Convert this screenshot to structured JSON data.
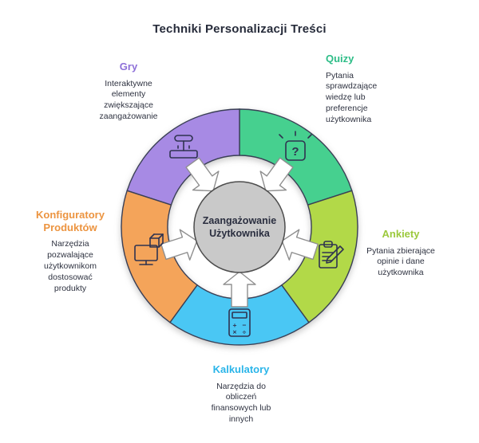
{
  "title": "Techniki Personalizacji Treści",
  "center": {
    "label": "Zaangażowanie\nUżytkownika",
    "fill": "#c9c9c9"
  },
  "segments": [
    {
      "id": "gry",
      "label": "Gry",
      "description": "Interaktywne\nelementy\nzwiększające\nzaangażowanie",
      "fill": "#a78ae4",
      "label_color": "#8d6fd8",
      "icon": "joystick-icon"
    },
    {
      "id": "quizy",
      "label": "Quizy",
      "description": "Pytania\nsprawdzające\nwiedzę lub\npreferencje\nużytkownika",
      "fill": "#46d08f",
      "label_color": "#2dbd87",
      "icon": "question-lightbulb-icon",
      "glyph": "?"
    },
    {
      "id": "ankiety",
      "label": "Ankiety",
      "description": "Pytania zbierające\nopinie i dane\nużytkownika",
      "fill": "#b2d948",
      "label_color": "#9cc93d",
      "icon": "survey-clipboard-icon"
    },
    {
      "id": "kalkulatory",
      "label": "Kalkulatory",
      "description": "Narzędzia do\nobliczeń\nfinansowych lub\ninnych",
      "fill": "#4ac7f4",
      "label_color": "#2ab5e9",
      "icon": "calculator-icon",
      "symbols": [
        "+",
        "−",
        "×",
        "÷"
      ]
    },
    {
      "id": "konfiguratory",
      "label": "Konfiguratory\nProduktów",
      "description": "Narzędzia\npozwalające\nużytkownikom\ndostosować\nprodukty",
      "fill": "#f4a45a",
      "label_color": "#ec9440",
      "icon": "monitor-cube-icon"
    }
  ]
}
